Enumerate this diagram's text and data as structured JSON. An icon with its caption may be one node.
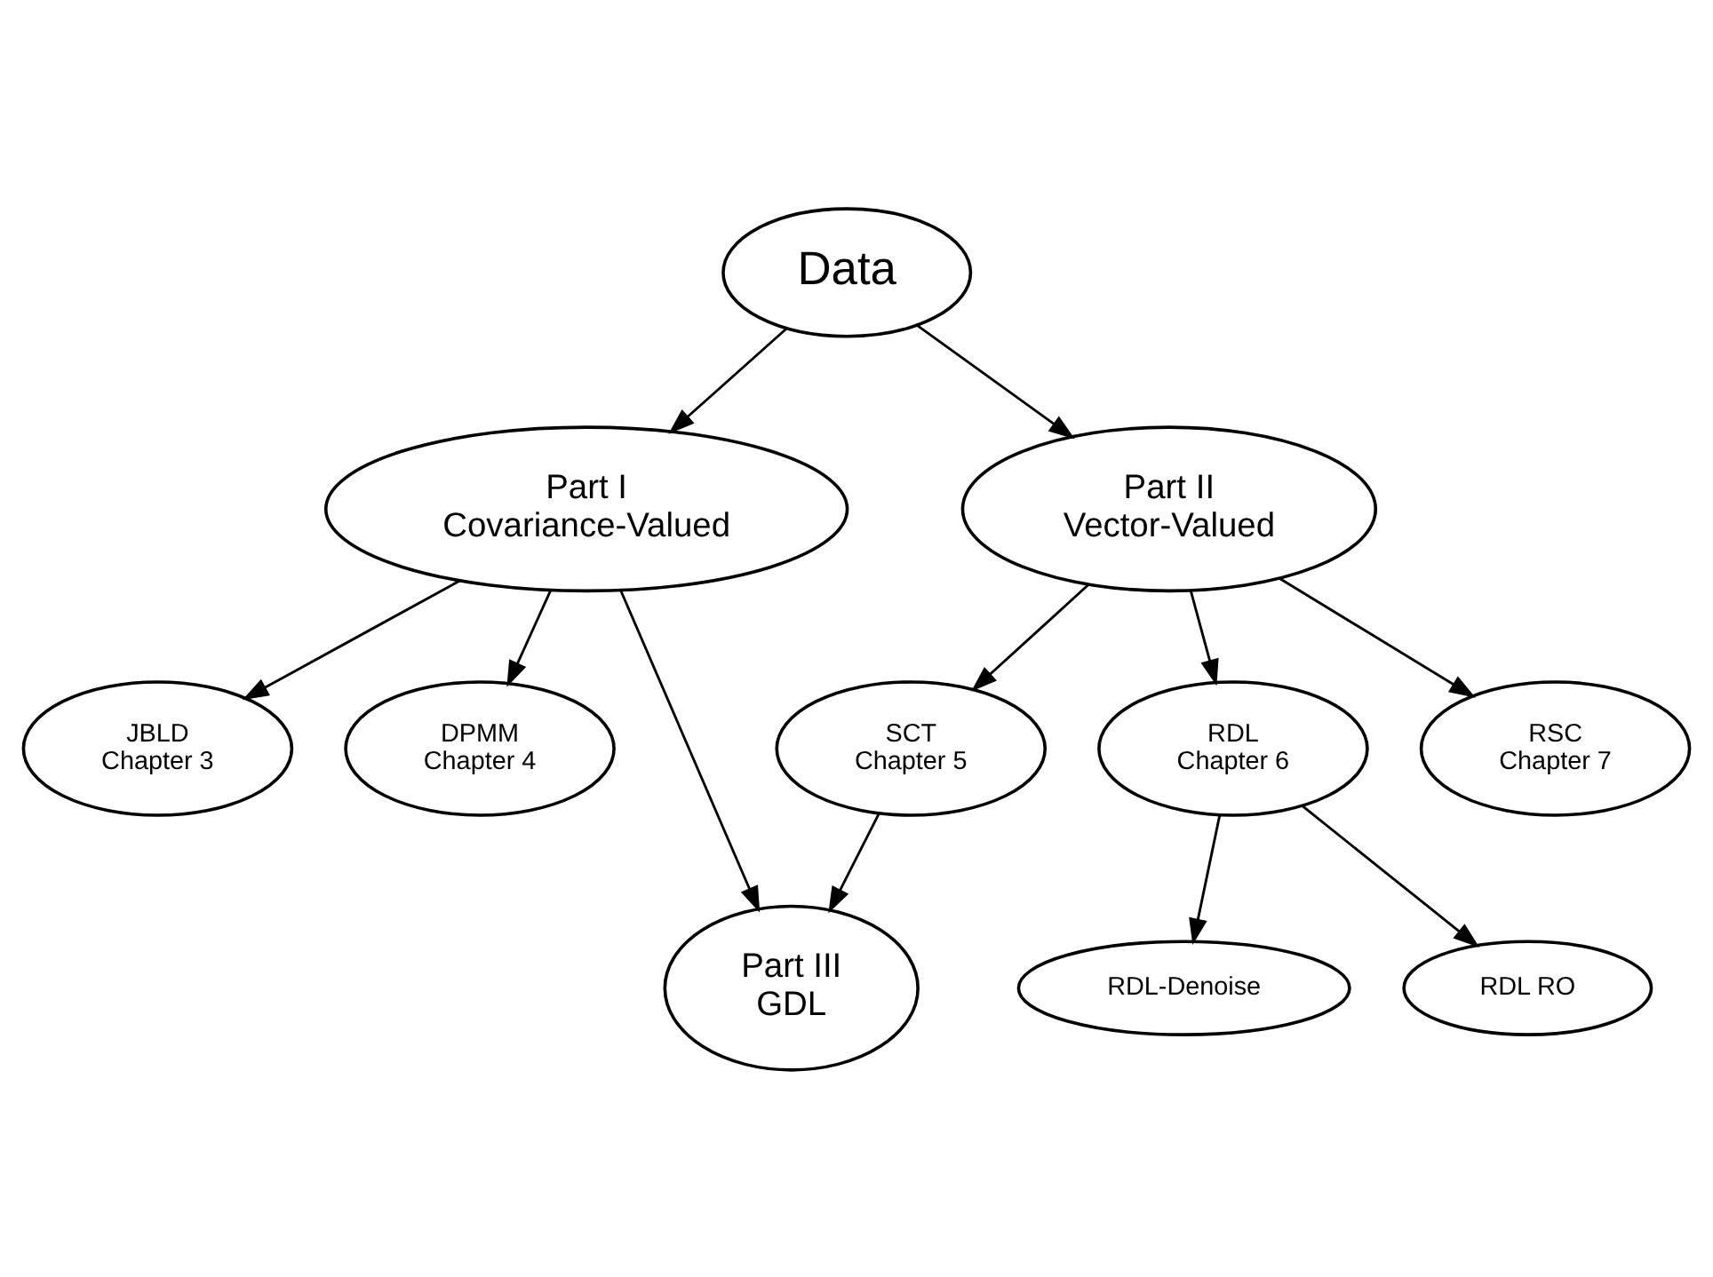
{
  "diagram": {
    "nodes": [
      {
        "text": [
          "Data"
        ]
      },
      {
        "text": [
          "Part I",
          "Covariance-Valued"
        ]
      },
      {
        "text": [
          "Part II",
          "Vector-Valued"
        ]
      },
      {
        "text": [
          "JBLD",
          "Chapter 3"
        ]
      },
      {
        "text": [
          "DPMM",
          "Chapter 4"
        ]
      },
      {
        "text": [
          "SCT",
          "Chapter 5"
        ]
      },
      {
        "text": [
          "RDL",
          "Chapter 6"
        ]
      },
      {
        "text": [
          "RSC",
          "Chapter 7"
        ]
      },
      {
        "text": [
          "RDL-Denoise"
        ]
      },
      {
        "text": [
          "RDL RO"
        ]
      },
      {
        "text": [
          "Part III",
          "GDL"
        ]
      }
    ],
    "edges": [
      {
        "from": 0,
        "to": 1,
        "arrow": "to"
      },
      {
        "from": 0,
        "to": 2,
        "arrow": "to"
      },
      {
        "from": 1,
        "to": 3,
        "arrow": "to"
      },
      {
        "from": 1,
        "to": 4,
        "arrow": "to"
      },
      {
        "from": 1,
        "to": 10,
        "arrow": "to"
      },
      {
        "from": 2,
        "to": 5,
        "arrow": "to"
      },
      {
        "from": 2,
        "to": 6,
        "arrow": "to"
      },
      {
        "from": 2,
        "to": 7,
        "arrow": "to"
      },
      {
        "from": 6,
        "to": 8,
        "arrow": "to"
      },
      {
        "from": 6,
        "to": 9,
        "arrow": "to"
      },
      {
        "from": 5,
        "to": 10,
        "arrow": "to"
      }
    ]
  }
}
